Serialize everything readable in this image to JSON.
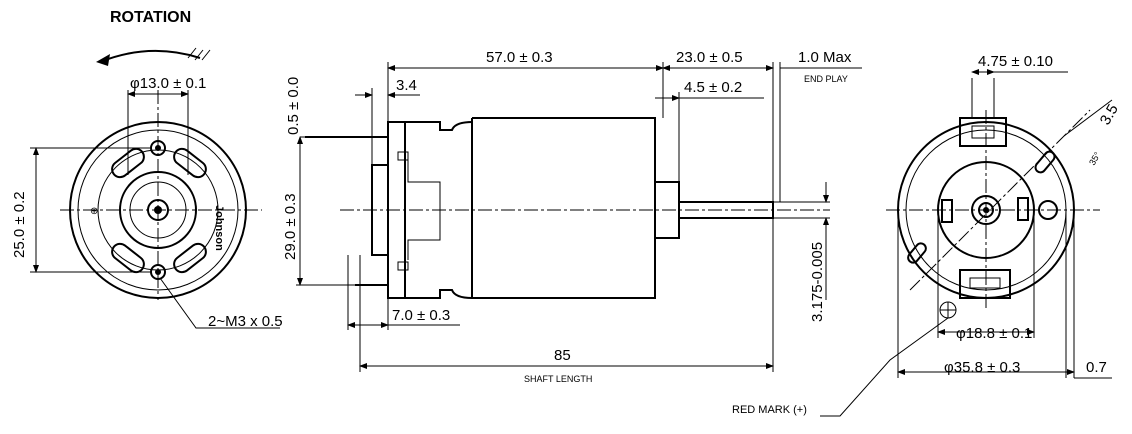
{
  "title": "ROTATION",
  "dimensions": {
    "d13": "φ13.0 ± 0.1",
    "d25": "25.0 ± 0.2",
    "m3": "2~M3 x 0.5",
    "d05": "0.5 ± 0.0",
    "d29": "29.0 ± 0.3",
    "d34": "3.4",
    "d57": "57.0 ± 0.3",
    "d23": "23.0 ± 0.5",
    "d1": "1.0 Max",
    "endplay": "END PLAY",
    "d45": "4.5 ± 0.2",
    "d7": "7.0 ± 0.3",
    "d85": "85",
    "shaft": "SHAFT LENGTH",
    "d3175": "3.175-0.005",
    "d475": "4.75 ± 0.10",
    "d35": "3.5",
    "a35": "35°",
    "d188": "φ18.8 ± 0.1",
    "d358": "φ35.8 ± 0.3",
    "d07": "0.7",
    "redmark": "RED MARK (+)"
  },
  "brand": "Johnson"
}
